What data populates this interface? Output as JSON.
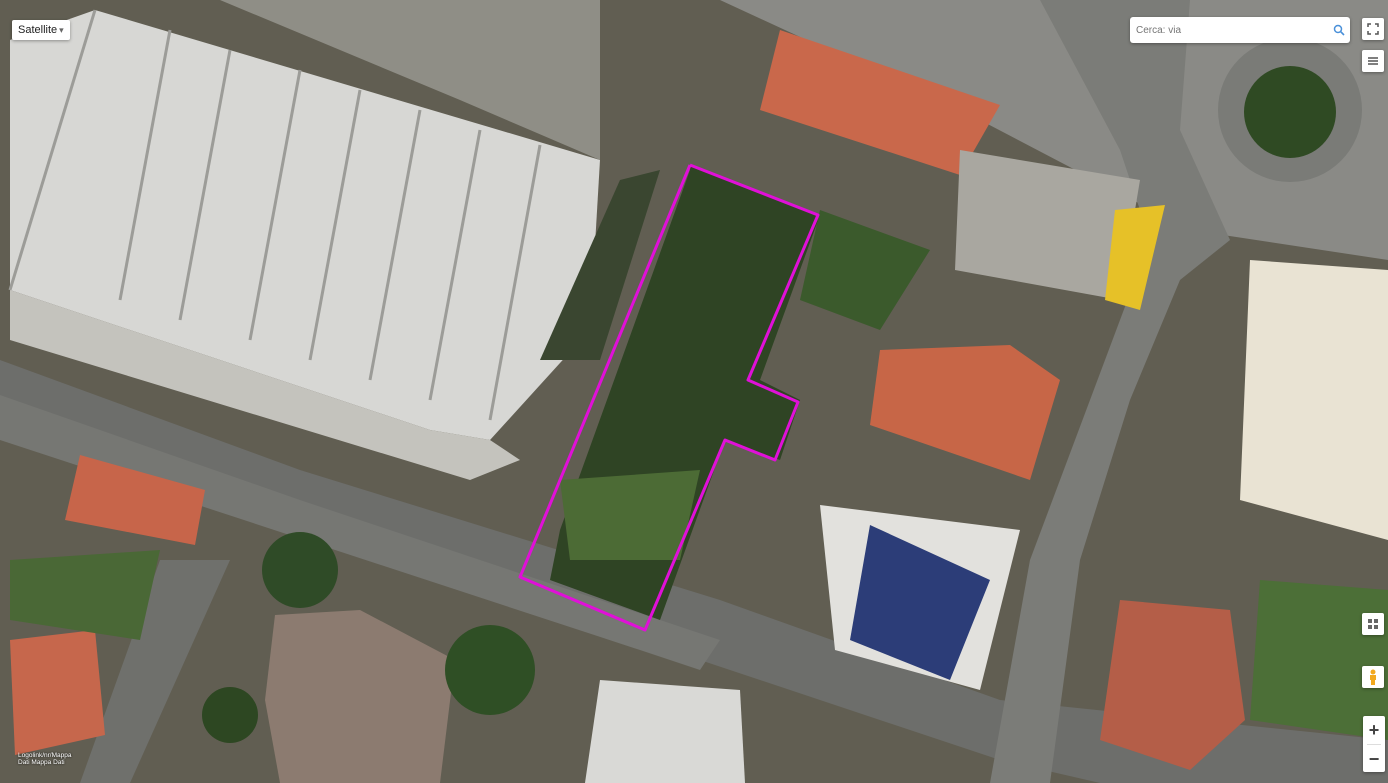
{
  "map": {
    "type_label": "Satellite",
    "search_placeholder": "Cerca: via",
    "credit_line1": "Logolink/nr/Mappa",
    "credit_line2": "Dati Mappa",
    "credit_link": "Dati"
  },
  "colors": {
    "parcel_outline": "#e010d8",
    "roof_terracotta": "#c9674a",
    "warehouse_roof": "#d6d6d4",
    "road": "#6e6f6c",
    "vegetation": "#3d5a2c"
  },
  "icons": [
    "search-icon",
    "fullscreen-icon",
    "menu-icon",
    "layers-icon",
    "pegman-icon",
    "zoom-in-icon",
    "zoom-out-icon"
  ]
}
